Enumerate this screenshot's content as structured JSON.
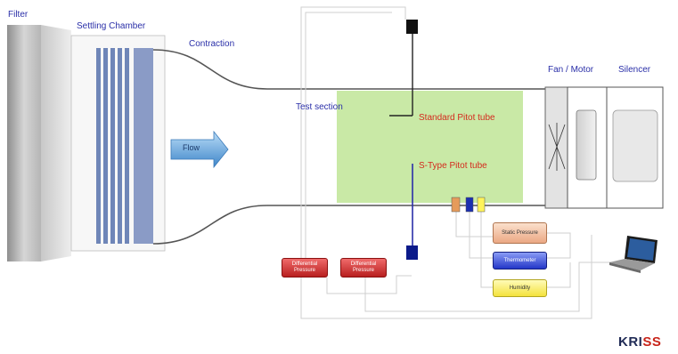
{
  "labels": {
    "filter": "Filter",
    "settling_chamber": "Settling Chamber",
    "contraction": "Contraction",
    "test_section": "Test section",
    "fan_motor": "Fan / Motor",
    "silencer": "Silencer",
    "flow": "Flow",
    "standard_pitot": "Standard Pitot tube",
    "s_type_pitot": "S-Type Pitot tube"
  },
  "instruments": {
    "differential_pressure_1": "Differential Pressure",
    "differential_pressure_2": "Differential Pressure",
    "static_pressure": "Static Pressure",
    "thermometer": "Thermometer",
    "humidity": "Humidity"
  },
  "logo": {
    "prefix": "KRI",
    "highlight": "SS"
  },
  "colors": {
    "label_blue": "#2a2fa8",
    "label_red": "#d42a1e",
    "test_section_fill": "#c9e9a6",
    "diff_pressure_fill": "#d93a3a",
    "static_pressure_fill": "#f4c7a8",
    "thermometer_fill": "#4a5fe0",
    "humidity_fill": "#fff27a"
  },
  "icons": [
    "flow-arrow-icon",
    "fan-icon",
    "laptop-icon",
    "sensor-icon"
  ]
}
